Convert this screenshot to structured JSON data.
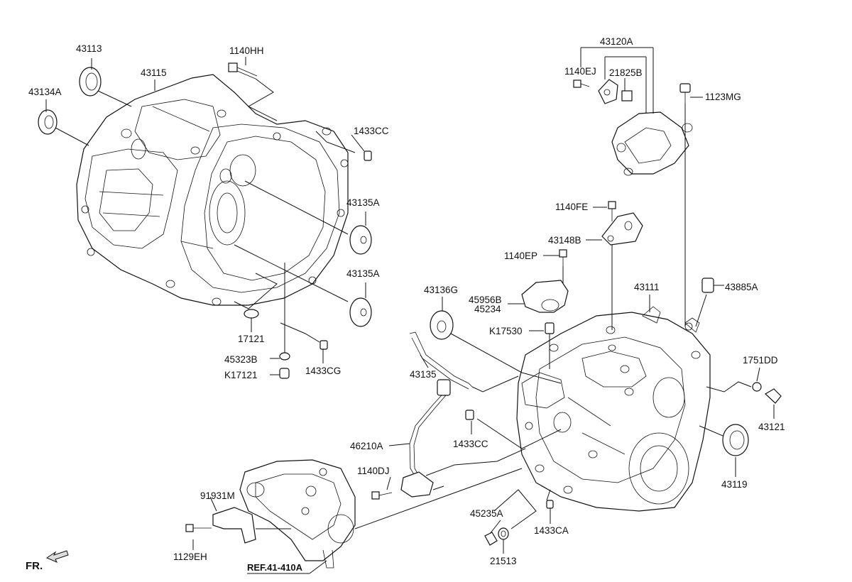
{
  "labels": {
    "p43113": "43113",
    "p43115": "43115",
    "p1140HH": "1140HH",
    "p43134A": "43134A",
    "p1433CC_top": "1433CC",
    "p43135A_1": "43135A",
    "p43135A_2": "43135A",
    "p17121": "17121",
    "p45323B": "45323B",
    "pK17121": "K17121",
    "p1433CG": "1433CG",
    "p43120A": "43120A",
    "p1140EJ": "1140EJ",
    "p21825B": "21825B",
    "p1123MG": "1123MG",
    "p1140FE": "1140FE",
    "p43148B": "43148B",
    "p1140EP": "1140EP",
    "p43136G": "43136G",
    "p45956B": "45956B",
    "p45234": "45234",
    "pK17530": "K17530",
    "p43111": "43111",
    "p43885A": "43885A",
    "p1751DD": "1751DD",
    "p43121": "43121",
    "p43135": "43135",
    "p46210A": "46210A",
    "p1433CC_mid": "1433CC",
    "p43119": "43119",
    "p1140DJ": "1140DJ",
    "p91931M": "91931M",
    "p1129EH": "1129EH",
    "p45235A": "45235A",
    "p1433CA": "1433CA",
    "p21513": "21513",
    "ref": "REF.41-410A",
    "fr": "FR."
  }
}
